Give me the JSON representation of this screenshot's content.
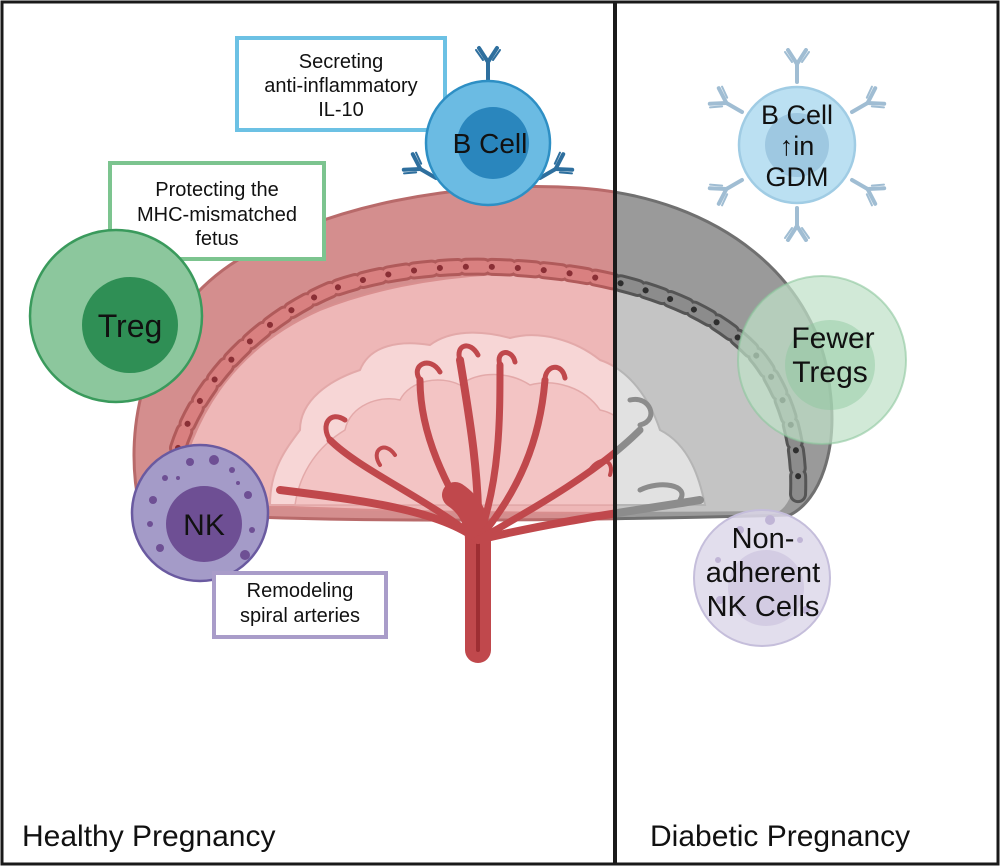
{
  "panels": {
    "healthy": {
      "title": "Healthy Pregnancy"
    },
    "diabetic": {
      "title": "Diabetic Pregnancy"
    }
  },
  "cells": {
    "b_cell": {
      "label": "B Cell"
    },
    "treg": {
      "label": "Treg"
    },
    "nk": {
      "label": "NK"
    },
    "b_cell_gdm": {
      "label_lines": [
        "B Cell",
        "↑in",
        "GDM"
      ]
    },
    "tregs_fewer": {
      "label_lines": [
        "Fewer",
        "Tregs"
      ]
    },
    "nk_nonadherent": {
      "label_lines": [
        "Non-",
        "adherent",
        "NK Cells"
      ]
    }
  },
  "callouts": {
    "b_cell": {
      "lines": [
        "Secreting",
        "anti-inflammatory",
        "IL-10"
      ]
    },
    "treg": {
      "lines": [
        "Protecting the",
        "MHC-mismatched",
        "fetus"
      ]
    },
    "nk": {
      "lines": [
        "Remodeling",
        "spiral arteries"
      ]
    }
  },
  "colors": {
    "frame": "#1a1a1a",
    "placenta_outer": "#d48e8e",
    "placenta_outer_stroke": "#b86a6a",
    "placenta_inner": "#eeb7b7",
    "placenta_core": "#f7d6d6",
    "vessel": "#c0484c",
    "vessel_dark": "#9e2e33",
    "treg_fill": "#8cc79d",
    "treg_nucleus": "#2f8f55",
    "treg_stroke": "#3a9a5c",
    "treg_box": "#7cc48f",
    "bcell_fill": "#6bbbe3",
    "bcell_nucleus": "#2a86bd",
    "bcell_stroke": "#2e8fc4",
    "bcell_box": "#6cc1e4",
    "antibody": "#2e6f9e",
    "nk_fill": "#a49bc8",
    "nk_nucleus": "#6e4f94",
    "nk_stroke": "#6a5aa0",
    "nk_box": "#a99cc9"
  }
}
